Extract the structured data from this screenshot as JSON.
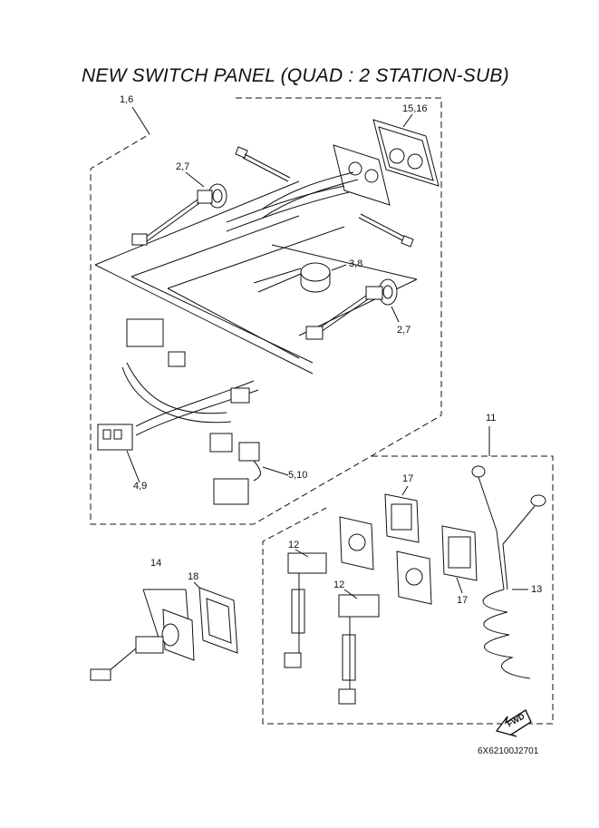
{
  "title": "NEW SWITCH PANEL (QUAD : 2 STATION-SUB)",
  "labels": {
    "l_1_6": "1,6",
    "l_15_16": "15,16",
    "l_2_7_a": "2,7",
    "l_3_8": "3,8",
    "l_2_7_b": "2,7",
    "l_4_9": "4,9",
    "l_5_10": "5,10",
    "l_11": "11",
    "l_17_a": "17",
    "l_12_a": "12",
    "l_12_b": "12",
    "l_17_b": "17",
    "l_13": "13",
    "l_14": "14",
    "l_18": "18"
  },
  "fwd_label": "FWD",
  "drawing_code": "6X62100J2701"
}
